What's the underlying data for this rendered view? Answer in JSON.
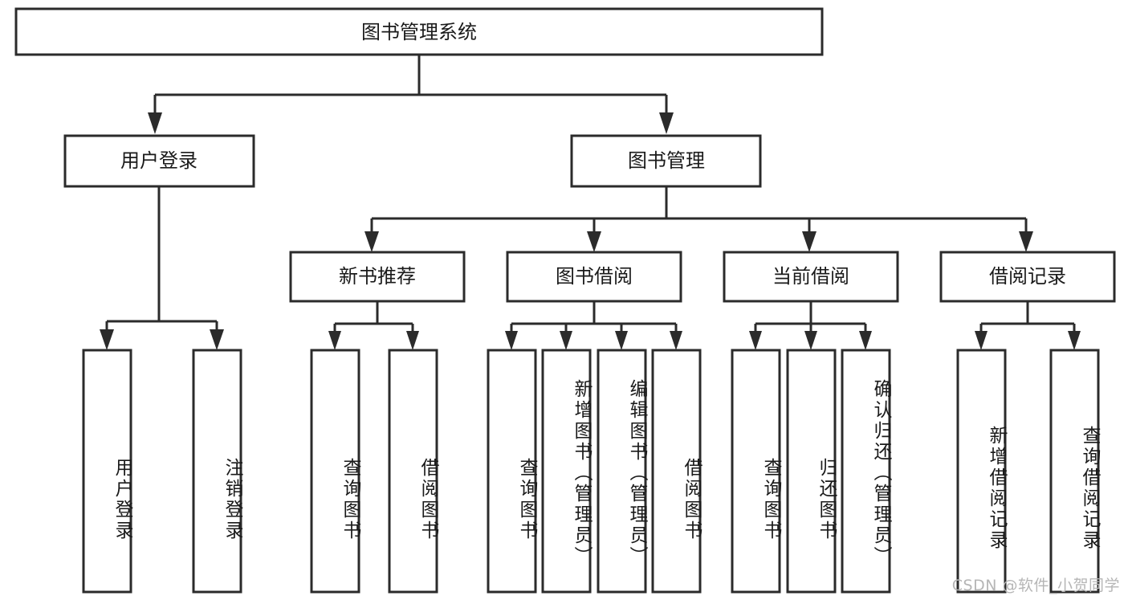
{
  "diagram": {
    "title": "图书管理系统",
    "type": "hierarchy-tree",
    "root": {
      "label": "图书管理系统",
      "orientation": "horizontal"
    },
    "level2": [
      {
        "label": "用户登录",
        "orientation": "horizontal"
      },
      {
        "label": "图书管理",
        "orientation": "horizontal"
      }
    ],
    "level3": [
      {
        "label": "新书推荐",
        "orientation": "horizontal"
      },
      {
        "label": "图书借阅",
        "orientation": "horizontal"
      },
      {
        "label": "当前借阅",
        "orientation": "horizontal"
      },
      {
        "label": "借阅记录",
        "orientation": "horizontal"
      }
    ],
    "leaves": {
      "user_login": [
        {
          "label": "用户登录",
          "orientation": "vertical"
        },
        {
          "label": "注销登录",
          "orientation": "vertical"
        }
      ],
      "new_book_recommend": [
        {
          "label": "查询图书",
          "orientation": "vertical"
        },
        {
          "label": "借阅图书",
          "orientation": "vertical"
        }
      ],
      "book_borrow": [
        {
          "label": "查询图书",
          "orientation": "vertical"
        },
        {
          "label": "新增图书（管理员）",
          "orientation": "vertical"
        },
        {
          "label": "编辑图书（管理员）",
          "orientation": "vertical"
        },
        {
          "label": "借阅图书",
          "orientation": "vertical"
        }
      ],
      "current_borrow": [
        {
          "label": "查询图书",
          "orientation": "vertical"
        },
        {
          "label": "归还图书",
          "orientation": "vertical"
        },
        {
          "label": "确认归还（管理员）",
          "orientation": "vertical"
        }
      ],
      "borrow_record": [
        {
          "label": "新增借阅记录",
          "orientation": "vertical"
        },
        {
          "label": "查询借阅记录",
          "orientation": "vertical"
        }
      ]
    },
    "colors": {
      "stroke": "#2b2b2b",
      "fill": "#ffffff",
      "text": "#1a1a1a",
      "watermark": "#b6b6b6",
      "background": "#ffffff"
    }
  },
  "watermark": {
    "text": "CSDN @软件_小贺同学"
  }
}
